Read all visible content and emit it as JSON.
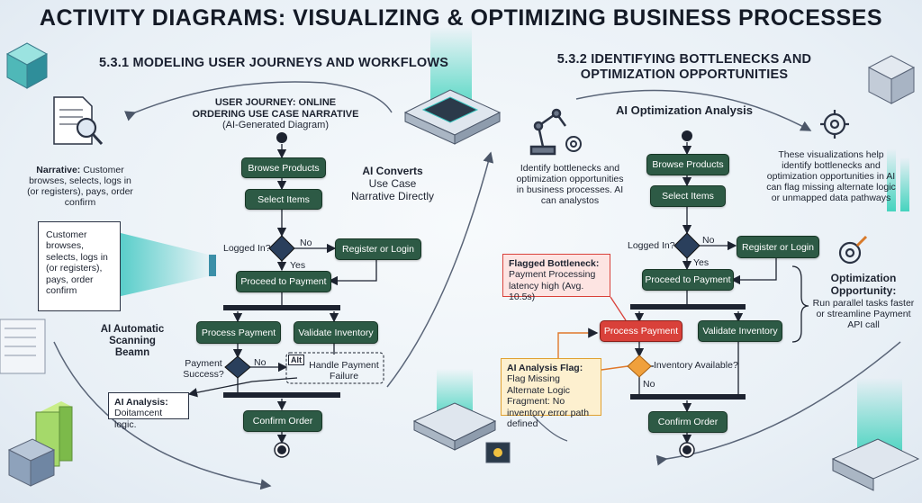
{
  "title": "ACTIVITY DIAGRAMS: VISUALIZING & OPTIMIZING BUSINESS PROCESSES",
  "left": {
    "heading": "5.3.1 MODELING USER JOURNEYS AND WORKFLOWS",
    "diagram_title_1": "USER JOURNEY: ONLINE",
    "diagram_title_2": "ORDERING USE CASE NARRATIVE",
    "diagram_subtitle": "(AI-Generated Diagram)",
    "narrative_label": "Narrative:",
    "narrative_text": "Customer browses, selects, logs in (or registers), pays, order confirm",
    "doc_text": "Customer browses, selects, logs in (or registers), pays, order confirm",
    "scan_label_1": "AI Automatic",
    "scan_label_2": "Scanning Beamn",
    "converts_bold": "AI Converts",
    "converts_1": "Use Case",
    "converts_2": "Narrative Directly",
    "nodes": {
      "browse": "Browse Products",
      "select": "Select Items",
      "register": "Register or Login",
      "proceed": "Proceed to Payment",
      "process": "Process Payment",
      "validate": "Validate Inventory",
      "confirm": "Confirm Order"
    },
    "logged_in": "Logged In?",
    "no": "No",
    "yes": "Yes",
    "payment_success_1": "Payment",
    "payment_success_2": "Success?",
    "pay_no": "No",
    "alt": "Alt",
    "handle_1": "Handle Payment",
    "handle_2": "Failure",
    "ai_analysis_label": "AI Analysis:",
    "ai_analysis_text": "Doitamcent logic."
  },
  "right": {
    "heading_1": "5.3.2 IDENTIFYING BOTTLENECKS AND",
    "heading_2": "OPTIMIZATION OPPORTUNITIES",
    "sub": "AI Optimization Analysis",
    "identify": "Identify bottlenecks and optimization opportunities in business processes. AI can analystos",
    "viz": "These visualizations help identify bottlenecks and optimization opportunities in AI can flag missing alternate logic or unmapped data pathways",
    "nodes": {
      "browse": "Browse Products",
      "select": "Select Items",
      "register": "Register or Login",
      "proceed": "Proceed to Payment",
      "process": "Process Payment",
      "validate": "Validate Inventory",
      "confirm": "Confirm Order"
    },
    "logged_in": "Logged In?",
    "no": "No",
    "yes": "Yes",
    "inventory_available": "Inventory Available?",
    "inv_no": "No",
    "bottleneck_label": "Flagged Bottleneck:",
    "bottleneck_text": "Payment Processing latency high (Avg. 10.5s)",
    "flag_label": "AI Analysis Flag:",
    "flag_text": "Flag Missing Alternate Logic Fragment: No inventory error path defined",
    "opp_label_1": "Optimization",
    "opp_label_2": "Opportunity:",
    "opp_text": "Run parallel tasks faster or streamline Payment API call"
  },
  "colors": {
    "node_green": "#2d5a45",
    "bottleneck_red": "#d9413a",
    "flag_orange": "#f0a03c",
    "accent_cyan": "#39c6c0"
  }
}
